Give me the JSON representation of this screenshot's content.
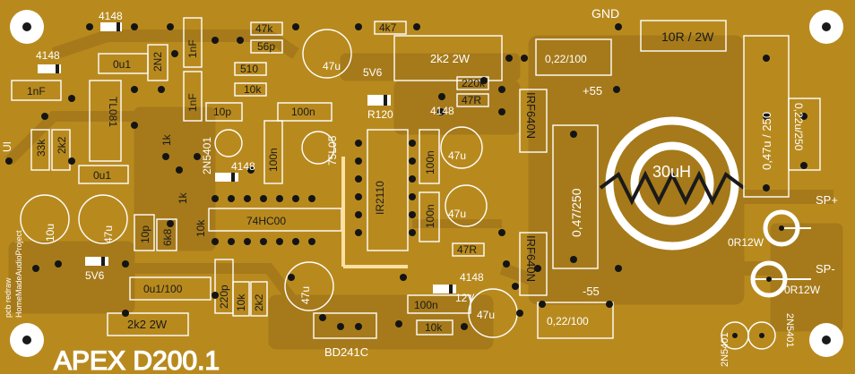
{
  "board": {
    "title": "APEX D200.1",
    "credit_line1": "pcb redraw",
    "credit_line2": "HomeMadeAudioProject"
  },
  "colors": {
    "board": "#b88a1e",
    "trace": "#a67a1a",
    "silk": "#ffffff",
    "pad": "#141414",
    "background": "#ffffff"
  },
  "labels": {
    "r4148a": "4148",
    "r47k": "47k",
    "r4k7": "4k7",
    "gnd": "GND",
    "r10r2w": "10R / 2W",
    "c4148b": "4148",
    "c0u1a": "0u1",
    "c2n2": "2N2",
    "c1nf_a": "1nF",
    "c56p": "56p",
    "c47u_a": "47u",
    "c510": "510",
    "c5v6_a": "5V6",
    "c1nf_b": "1nF",
    "c10k_a": "10k",
    "r2k2_2w_a": "2k2 2W",
    "r220k": "220k",
    "c022_100_a": "0,22/100",
    "tl081": "TL081",
    "c1nf_c": "1nF",
    "c10p_a": "10p",
    "c100n_a": "100n",
    "r120": "R120",
    "p55": "+55",
    "d4148c": "4148",
    "r47r_a": "47R",
    "irf640n_a": "IRF640N",
    "c047u_250": "0,47u / 250",
    "c022u_250": "0,22u/250",
    "ui": "UI",
    "r33k": "33k",
    "r2k2_a": "2k2",
    "r1k_a": "1k",
    "d2n5401_a": "2N5401",
    "c100n_b": "100n",
    "reg75l05": "75L05",
    "c47u_b": "47u",
    "c100n_c": "100n",
    "ind30uh": "30uH",
    "c0u1b": "0u1",
    "d4148d": "4148",
    "c047_250": "0,47/250",
    "ir2110": "IR2110",
    "c47u_c": "47u",
    "c100n_d": "100n",
    "sp_plus": "SP+",
    "c10u": "10u",
    "c47u_d": "47u",
    "r1k_b": "1k",
    "c10p_b": "10p",
    "r6k8": "6k8",
    "r10k_b": "10k",
    "ic74hc00": "74HC00",
    "r47r_b": "47R",
    "r0r12w_a": "0R12W",
    "irf640n_b": "IRF640N",
    "c5v6_b": "5V6",
    "c0u1_100": "0u1/100",
    "c220p": "220p",
    "r10k_c": "10k",
    "r2k2_b": "2k2",
    "c47u_e": "47u",
    "d4148e": "4148",
    "z12v": "12V",
    "c100n_e": "100n",
    "sp_minus": "SP-",
    "r0r12w_b": "0R12W",
    "m55": "-55",
    "c47u_f": "47u",
    "r2k2_2w_b": "2k2 2W",
    "bd241c": "BD241C",
    "r10k_d": "10k",
    "c022_100_b": "0,22/100",
    "q2n5401_b": "2N5401",
    "q2n5401_c": "2N5401"
  }
}
